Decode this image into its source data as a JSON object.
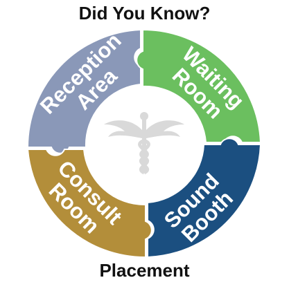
{
  "title": "Did You Know?",
  "footer": "Placement",
  "center_icon": "caduceus-icon",
  "segments": [
    {
      "id": "reception",
      "lines": [
        "Reception",
        "Area"
      ],
      "color": "#8a98b8"
    },
    {
      "id": "waiting",
      "lines": [
        "Waiting",
        "Room"
      ],
      "color": "#6bbf5f"
    },
    {
      "id": "sound",
      "lines": [
        "Sound",
        "Booth"
      ],
      "color": "#1b4f80"
    },
    {
      "id": "consult",
      "lines": [
        "Consult",
        "Room"
      ],
      "color": "#b38e3a"
    }
  ],
  "colors": {
    "icon": "#d9d9d9",
    "background": "#ffffff"
  }
}
